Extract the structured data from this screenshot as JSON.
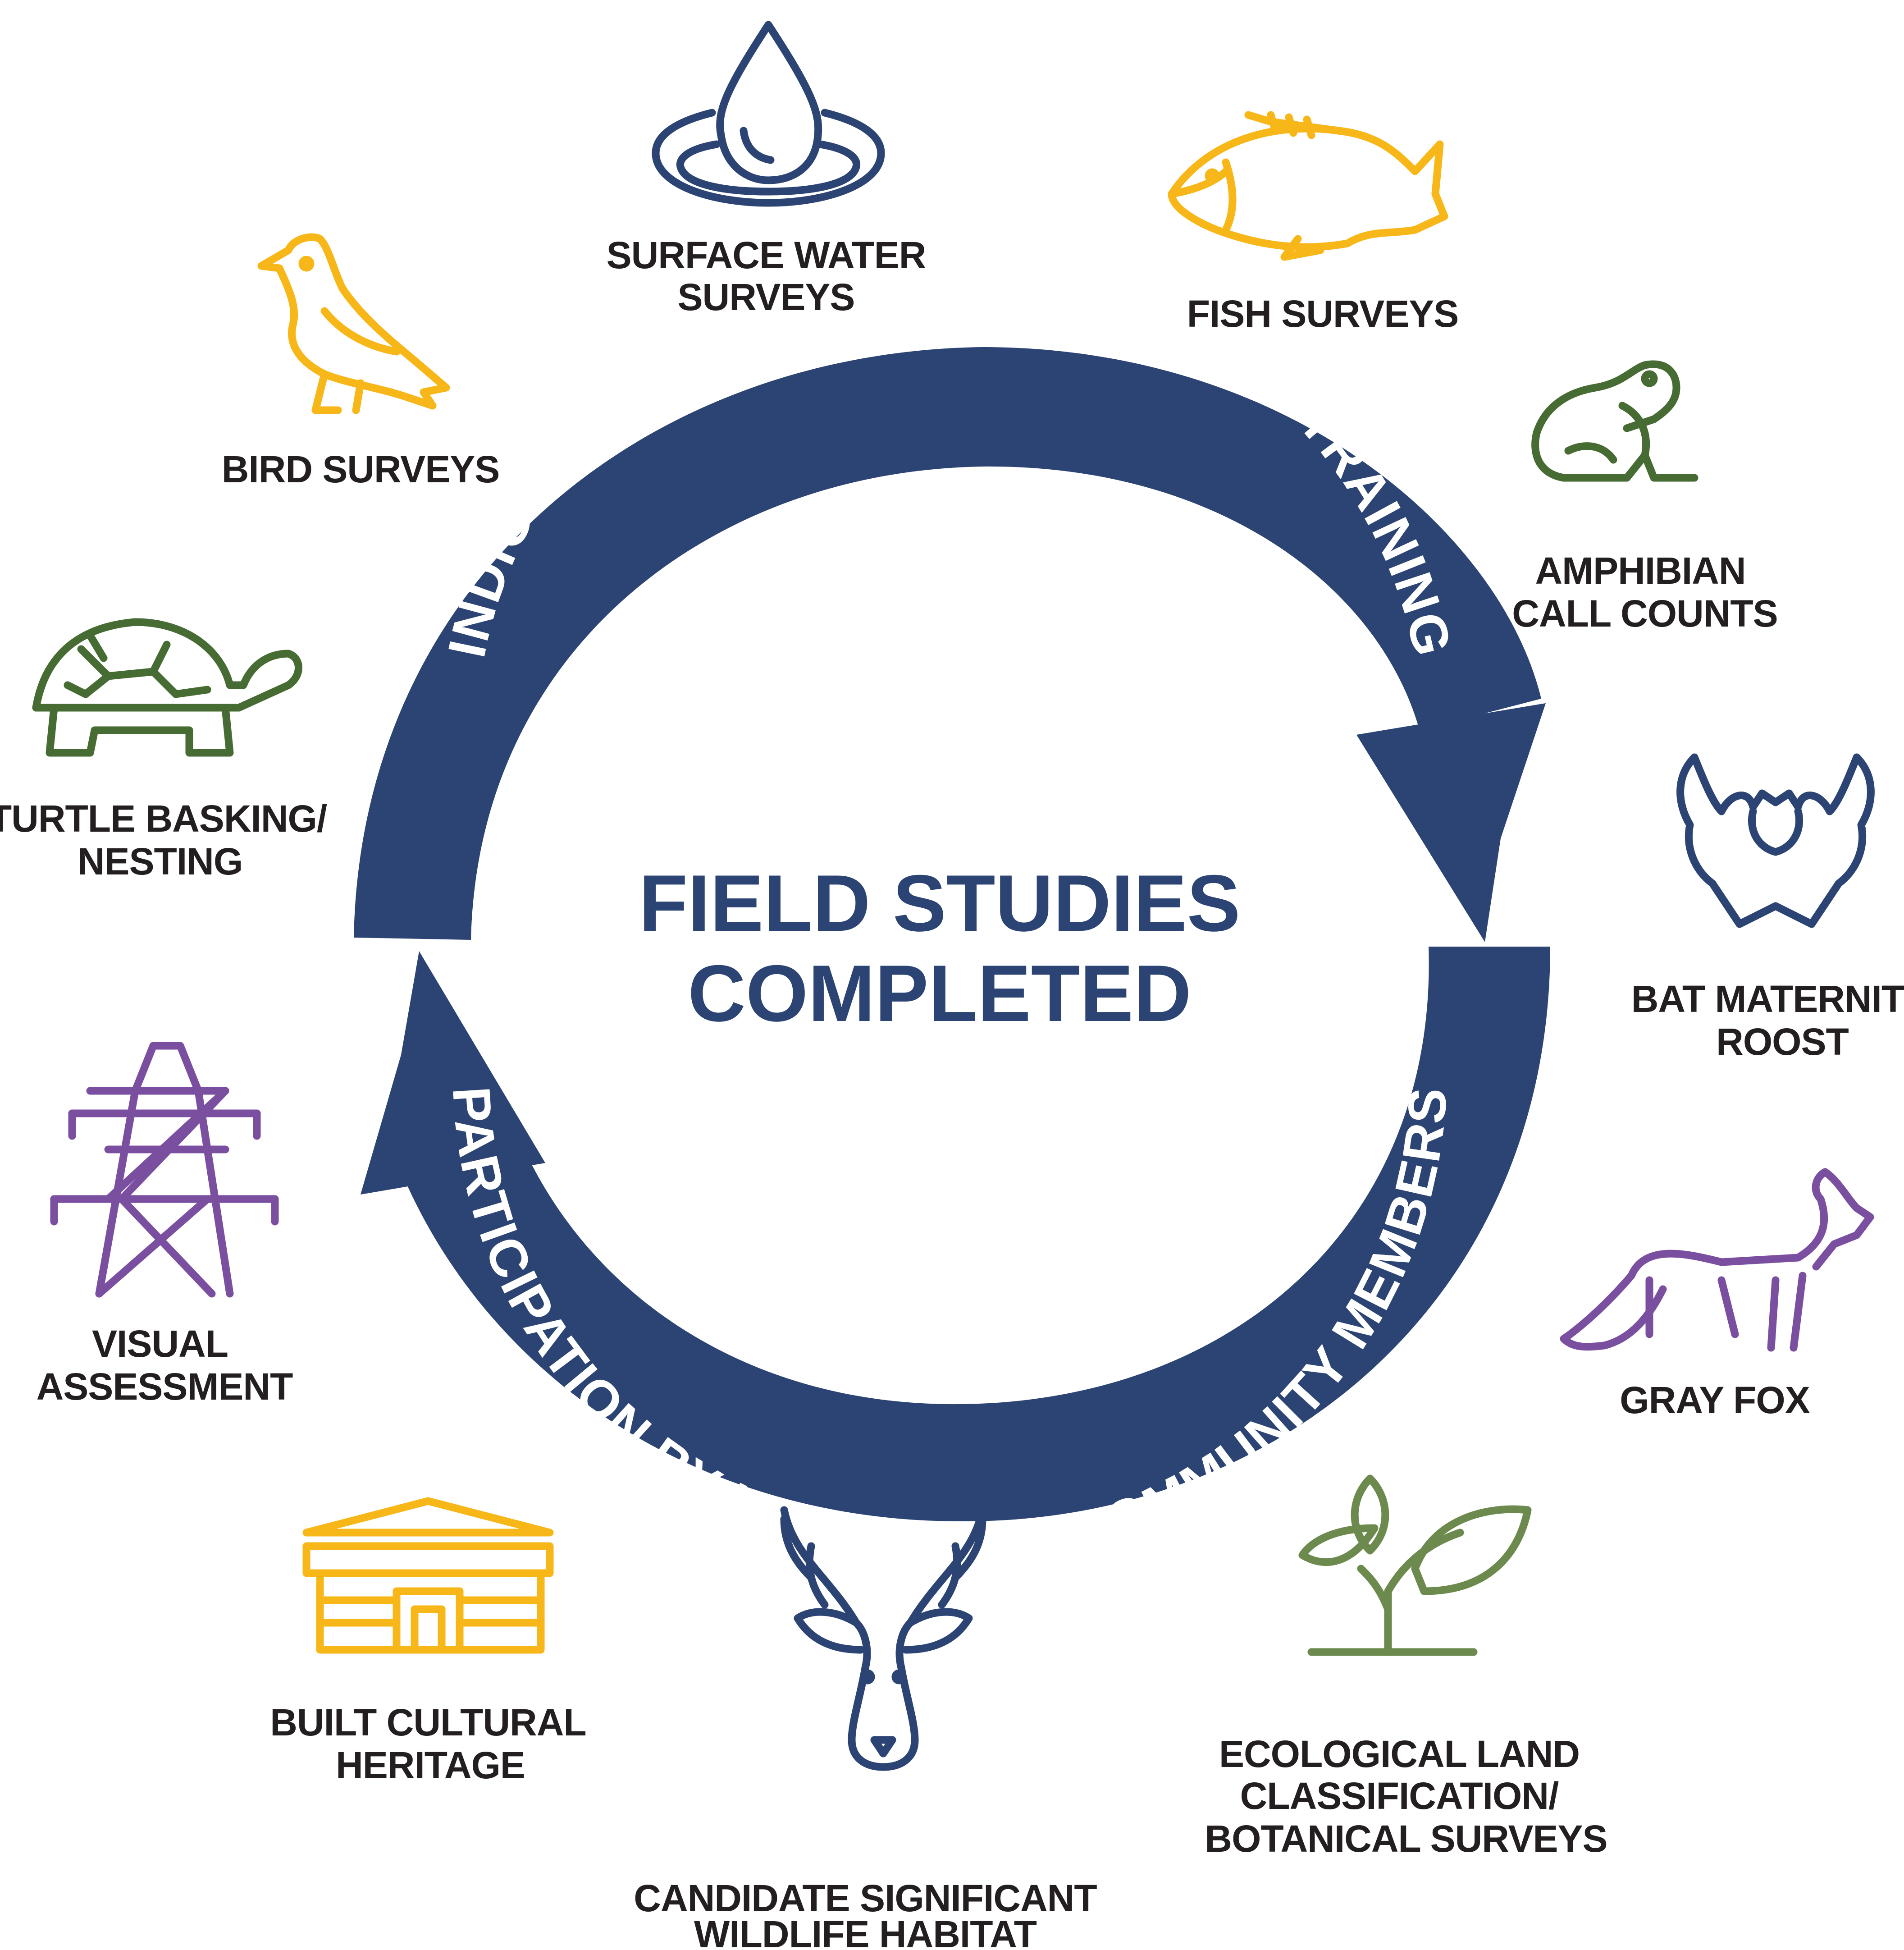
{
  "center": {
    "line1": "FIELD STUDIES",
    "line2": "COMPLETED"
  },
  "arrows": {
    "top": "INDIGENOUS CULTURAL AWARENESS TRAINING",
    "bottom": "PARTICIPATION BY INDIGENOUS COMMUNITY MEMBERS"
  },
  "colors": {
    "navy": "#2c4473",
    "yellow": "#f7b719",
    "green": "#466b33",
    "purple": "#7b4fa0",
    "olive": "#6c8a4e",
    "text": "#231f20"
  },
  "studies": [
    {
      "icon": "water-drop-icon",
      "line1": "SURFACE WATER",
      "line2": "SURVEYS"
    },
    {
      "icon": "fish-icon",
      "line1": "FISH SURVEYS",
      "line2": ""
    },
    {
      "icon": "frog-icon",
      "line1": "AMPHIBIAN",
      "line2": "CALL COUNTS"
    },
    {
      "icon": "bat-icon",
      "line1": "BAT MATERNITY",
      "line2": "ROOST"
    },
    {
      "icon": "fox-icon",
      "line1": "GRAY FOX",
      "line2": ""
    },
    {
      "icon": "plant-icon",
      "line1": "ECOLOGICAL LAND",
      "line2": "CLASSIFICATION/",
      "line3": "BOTANICAL SURVEYS"
    },
    {
      "icon": "deer-icon",
      "line1": "CANDIDATE SIGNIFICANT",
      "line2": "WILDLIFE HABITAT"
    },
    {
      "icon": "building-icon",
      "line1": "BUILT CULTURAL",
      "line2": "HERITAGE"
    },
    {
      "icon": "power-tower-icon",
      "line1": "VISUAL",
      "line2": "ASSESSMENT"
    },
    {
      "icon": "turtle-icon",
      "line1": "TURTLE BASKING/",
      "line2": "NESTING"
    },
    {
      "icon": "bird-icon",
      "line1": "BIRD SURVEYS",
      "line2": ""
    }
  ]
}
